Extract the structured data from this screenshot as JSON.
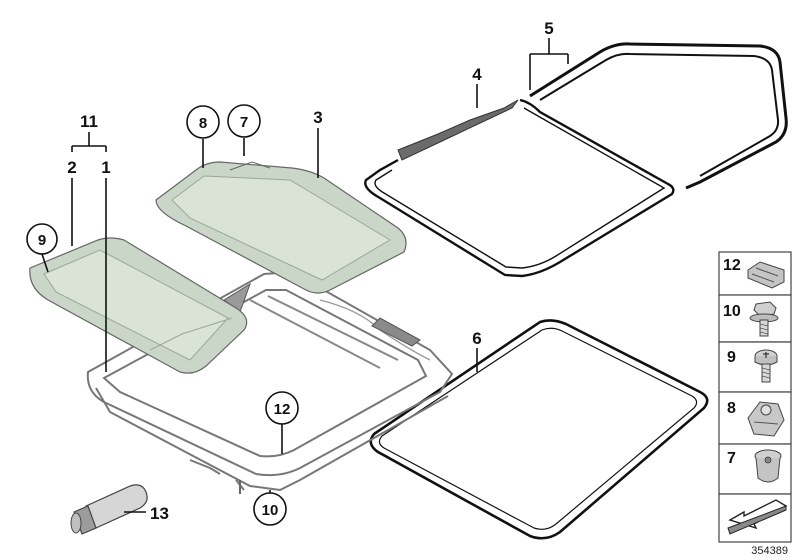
{
  "diagram": {
    "callouts": {
      "c1": "1",
      "c2": "2",
      "c3": "3",
      "c4": "4",
      "c5": "5",
      "c6": "6",
      "c7": "7",
      "c8": "8",
      "c9": "9",
      "c10": "10",
      "c11": "11",
      "c12": "12",
      "c13": "13"
    },
    "side_panel": [
      {
        "num": "12",
        "icon": "clip-icon"
      },
      {
        "num": "10",
        "icon": "hex-bolt-icon"
      },
      {
        "num": "9",
        "icon": "torx-screw-icon"
      },
      {
        "num": "8",
        "icon": "clip-nut-icon"
      },
      {
        "num": "7",
        "icon": "expanding-rivet-icon"
      },
      {
        "icon": "arrow-icon"
      }
    ],
    "reference_number": "354389"
  }
}
